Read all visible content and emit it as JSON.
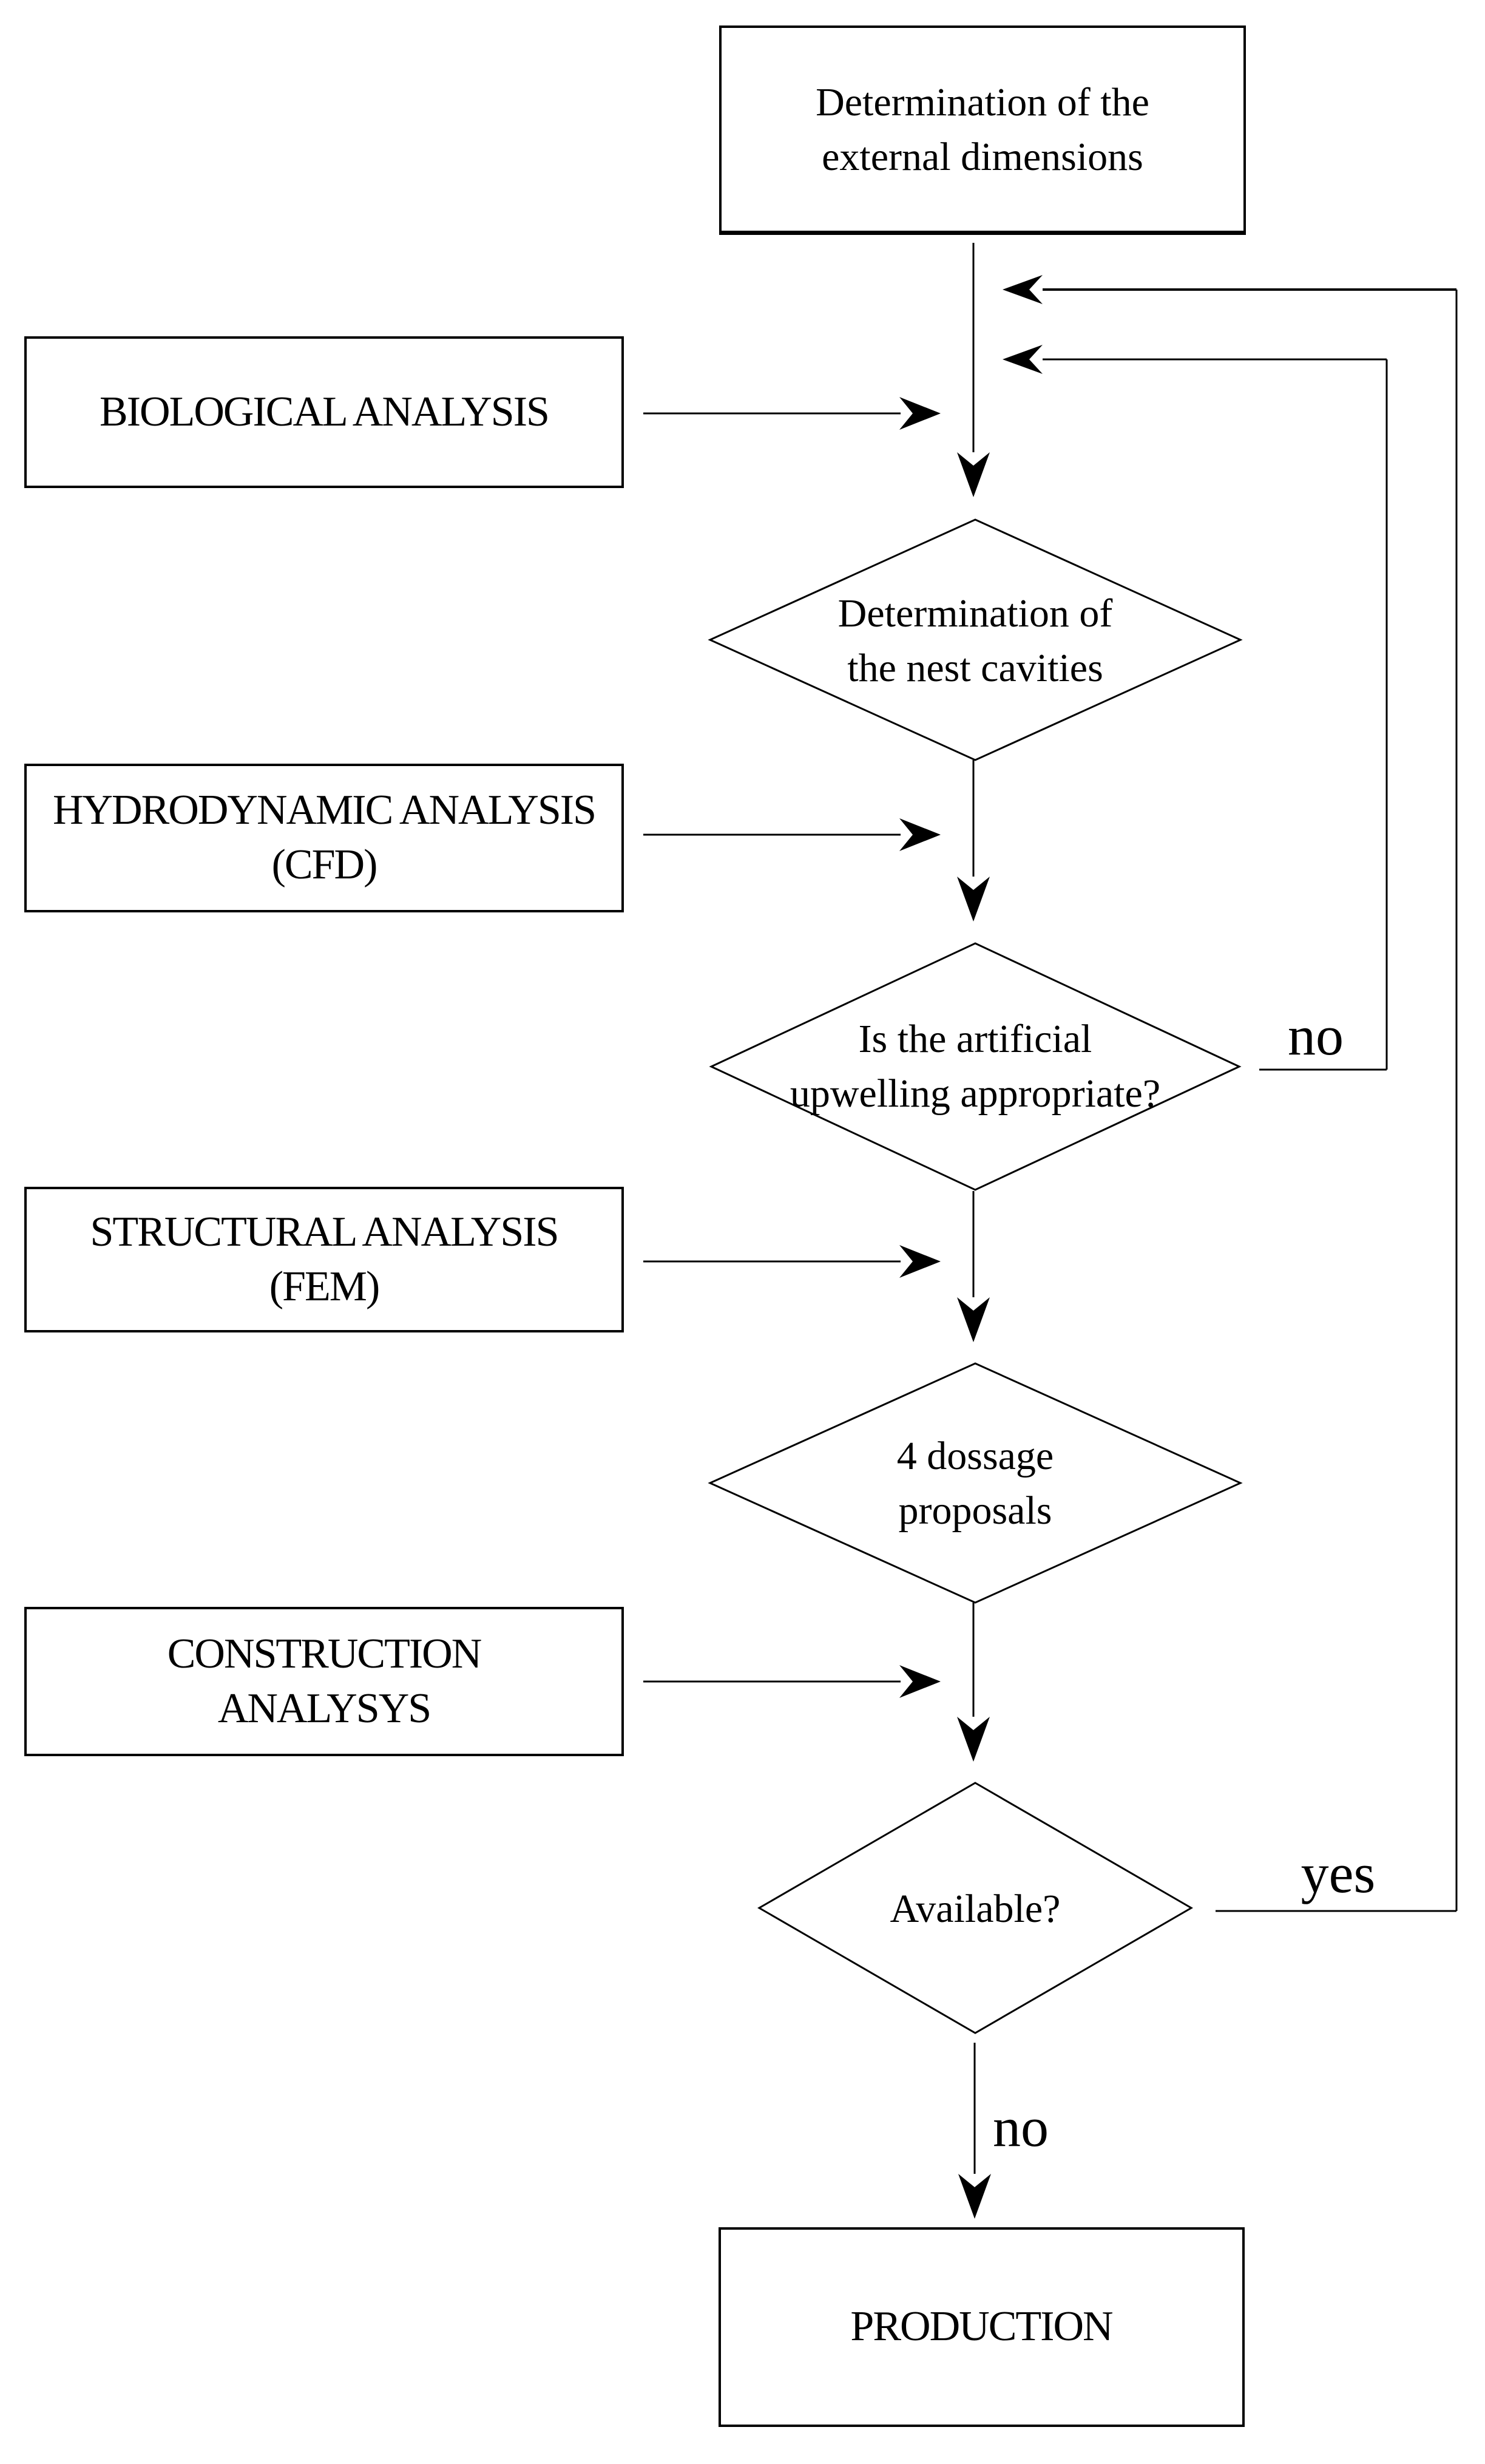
{
  "flowchart": {
    "process_boxes": {
      "external_dimensions": {
        "lines": [
          "Determination of the",
          "external dimensions"
        ]
      },
      "production": {
        "lines": [
          "PRODUCTION"
        ]
      }
    },
    "input_boxes": {
      "biological": {
        "lines": [
          "BIOLOGICAL ANALYSIS"
        ]
      },
      "hydrodynamic": {
        "lines": [
          "HYDRODYNAMIC ANALYSIS",
          "(CFD)"
        ]
      },
      "structural": {
        "lines": [
          "STRUCTURAL ANALYSIS",
          "(FEM)"
        ]
      },
      "construction": {
        "lines": [
          "CONSTRUCTION",
          "ANALYSYS"
        ]
      }
    },
    "decisions": {
      "nest_cavities": {
        "lines": [
          "Determination of",
          "the nest cavities"
        ]
      },
      "upwelling": {
        "lines": [
          "Is the artificial",
          "upwelling appropriate?"
        ]
      },
      "dossage": {
        "lines": [
          "4 dossage",
          "proposals"
        ]
      },
      "available": {
        "lines": [
          "Available?"
        ]
      }
    },
    "edge_labels": {
      "upwelling_no": "no",
      "available_yes": "yes",
      "available_no": "no"
    },
    "colors": {
      "stroke": "#000000",
      "background": "#ffffff"
    }
  }
}
